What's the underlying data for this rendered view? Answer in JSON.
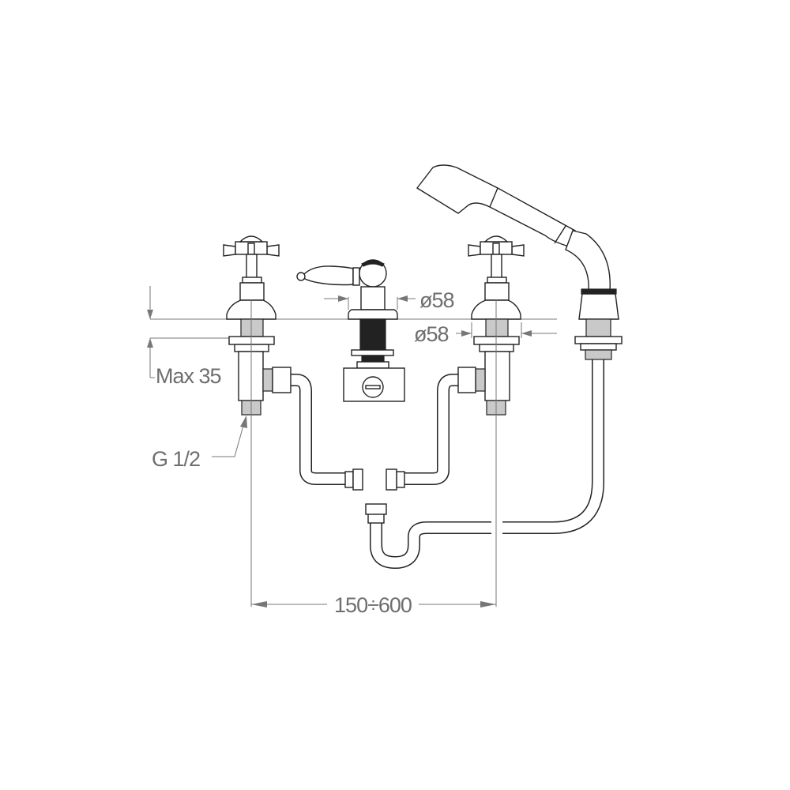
{
  "drawing": {
    "title": "Three-hole deck-mounted bath mixer with hand shower — installation dimensions",
    "dimensions": {
      "handle_base_diameter": "ø58",
      "valve_base_diameter": "ø58",
      "max_deck_thickness": "Max 35",
      "connection_thread": "G 1/2",
      "valve_spacing": "150÷600"
    }
  }
}
